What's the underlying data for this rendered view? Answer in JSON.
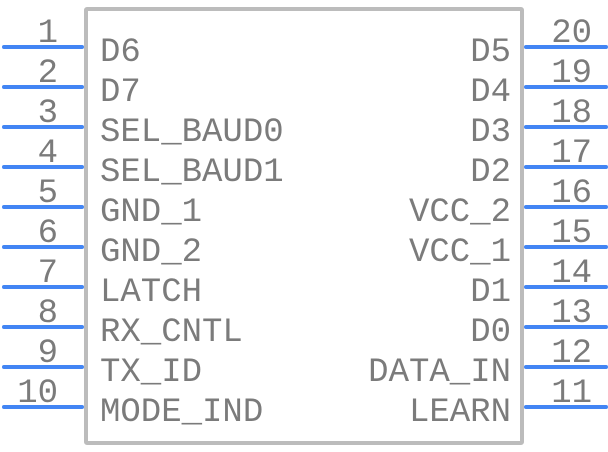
{
  "component": {
    "left_pins": [
      {
        "number": "1",
        "label": "D6"
      },
      {
        "number": "2",
        "label": "D7"
      },
      {
        "number": "3",
        "label": "SEL_BAUD0"
      },
      {
        "number": "4",
        "label": "SEL_BAUD1"
      },
      {
        "number": "5",
        "label": "GND_1"
      },
      {
        "number": "6",
        "label": "GND_2"
      },
      {
        "number": "7",
        "label": "LATCH"
      },
      {
        "number": "8",
        "label": "RX_CNTL"
      },
      {
        "number": "9",
        "label": "TX_ID"
      },
      {
        "number": "10",
        "label": "MODE_IND"
      }
    ],
    "right_pins": [
      {
        "number": "20",
        "label": "D5"
      },
      {
        "number": "19",
        "label": "D4"
      },
      {
        "number": "18",
        "label": "D3"
      },
      {
        "number": "17",
        "label": "D2"
      },
      {
        "number": "16",
        "label": "VCC_2"
      },
      {
        "number": "15",
        "label": "VCC_1"
      },
      {
        "number": "14",
        "label": "D1"
      },
      {
        "number": "13",
        "label": "D0"
      },
      {
        "number": "12",
        "label": "DATA_IN"
      },
      {
        "number": "11",
        "label": "LEARN"
      }
    ]
  },
  "colors": {
    "pin_line": "#4285f4",
    "text": "#7b7b7b",
    "body_border": "#bcbcbc",
    "background": "#ffffff"
  }
}
